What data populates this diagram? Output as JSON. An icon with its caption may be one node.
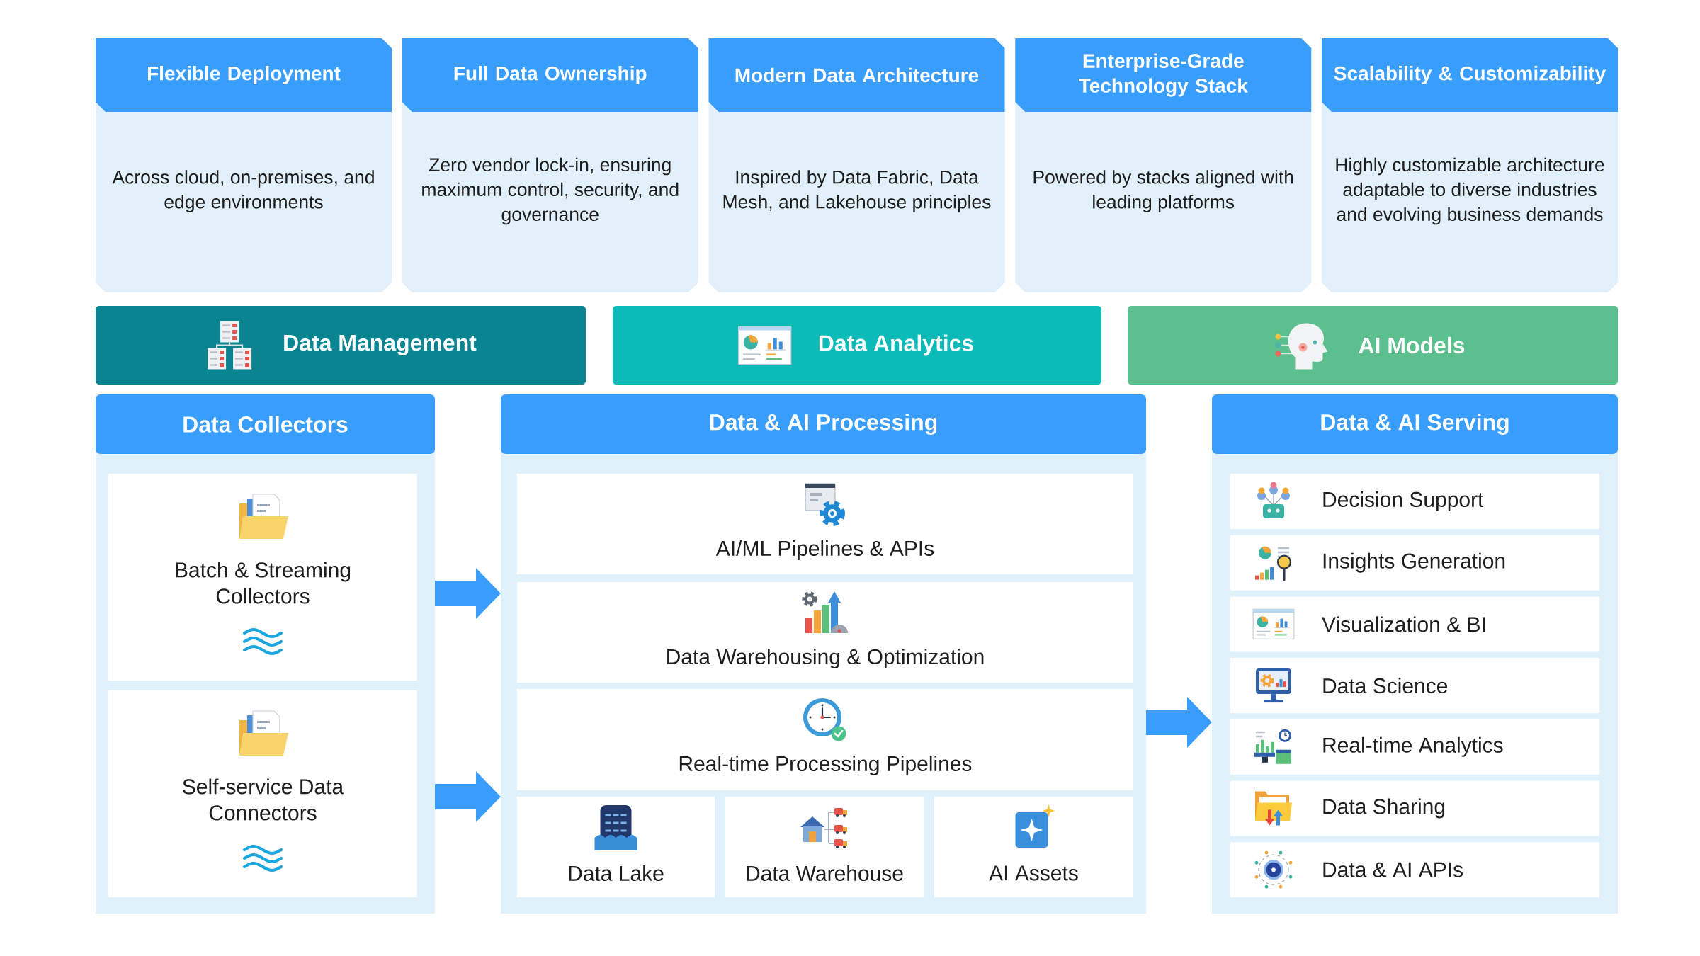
{
  "diagram": {
    "nodes": [
      {
        "text": [
          "Flexible Deployment",
          "Across cloud, on-premises, and edge environments"
        ]
      },
      {
        "text": [
          "Full Data Ownership",
          "Zero vendor lock-in, ensuring maximum control, security, and governance"
        ]
      },
      {
        "text": [
          "Modern Data Architecture",
          "Inspired by Data Fabric, Data Mesh, and Lakehouse principles"
        ]
      },
      {
        "text": [
          "Enterprise-Grade Technology Stack",
          "Powered by stacks aligned with leading platforms"
        ]
      },
      {
        "text": [
          "Scalability & Customizability",
          "Highly customizable architecture adaptable to diverse industries and evolving business demands"
        ]
      },
      {
        "text": [
          "Data Management"
        ]
      },
      {
        "text": [
          "Data Analytics"
        ]
      },
      {
        "text": [
          "AI Models"
        ]
      },
      {
        "text": [
          "Data Collectors"
        ]
      },
      {
        "text": [
          "Batch & Streaming Collectors"
        ],
        "in": 8
      },
      {
        "text": [
          "Self-service Data Connectors"
        ],
        "in": 8
      },
      {
        "text": [
          "Data & AI Processing"
        ]
      },
      {
        "text": [
          "AI/ML Pipelines & APIs"
        ],
        "in": 11
      },
      {
        "text": [
          "Data Warehousing & Optimization"
        ],
        "in": 11
      },
      {
        "text": [
          "Real-time Processing Pipelines"
        ],
        "in": 11
      },
      {
        "text": [
          "Data Lake"
        ],
        "in": 11
      },
      {
        "text": [
          "Data Warehouse"
        ],
        "in": 11
      },
      {
        "text": [
          "AI Assets"
        ],
        "in": 11
      },
      {
        "text": [
          "Data & AI Serving"
        ]
      },
      {
        "text": [
          "Decision Support"
        ],
        "in": 18
      },
      {
        "text": [
          "Insights Generation"
        ],
        "in": 18
      },
      {
        "text": [
          "Visualization & BI"
        ],
        "in": 18
      },
      {
        "text": [
          "Data Science"
        ],
        "in": 18
      },
      {
        "text": [
          "Real-time Analytics"
        ],
        "in": 18
      },
      {
        "text": [
          "Data Sharing"
        ],
        "in": 18
      },
      {
        "text": [
          "Data & AI APIs"
        ],
        "in": 18
      }
    ],
    "edges": [
      {
        "from": 8,
        "to": 11,
        "arrow": "to"
      },
      {
        "from": 8,
        "to": 11,
        "arrow": "to"
      },
      {
        "from": 11,
        "to": 18,
        "arrow": "to"
      }
    ]
  }
}
